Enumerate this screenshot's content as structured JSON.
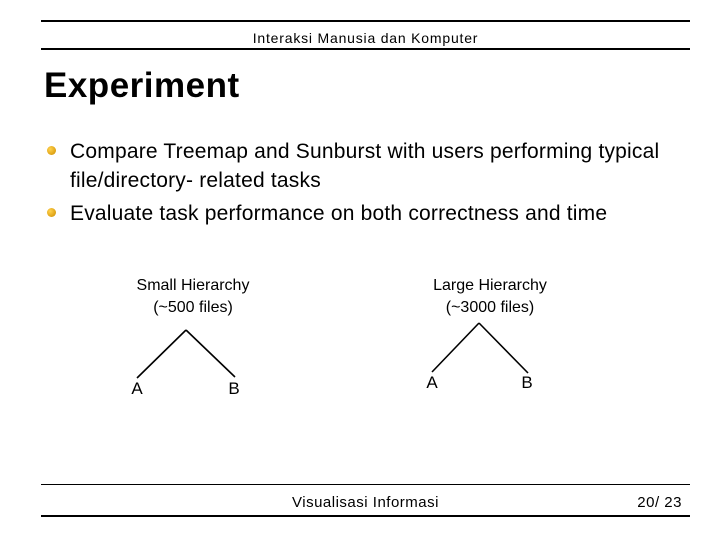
{
  "header": {
    "course_title": "Interaksi Manusia dan Komputer"
  },
  "slide": {
    "title": "Experiment",
    "bullets": [
      "Compare Treemap and Sunburst with users performing typical file/directory- related tasks",
      "Evaluate task performance on both correctness and time"
    ]
  },
  "diagrams": [
    {
      "title": "Small Hierarchy",
      "subtitle": "(~500 files)",
      "left_leaf": "A",
      "right_leaf": "B"
    },
    {
      "title": "Large Hierarchy",
      "subtitle": "(~3000 files)",
      "left_leaf": "A",
      "right_leaf": "B"
    }
  ],
  "footer": {
    "course_name": "Visualisasi Informasi",
    "page_indicator": "20/ 23"
  },
  "colors": {
    "background": "#ffffff",
    "text": "#000000",
    "rule": "#000000",
    "bullet_gold": "#e3a81c"
  }
}
